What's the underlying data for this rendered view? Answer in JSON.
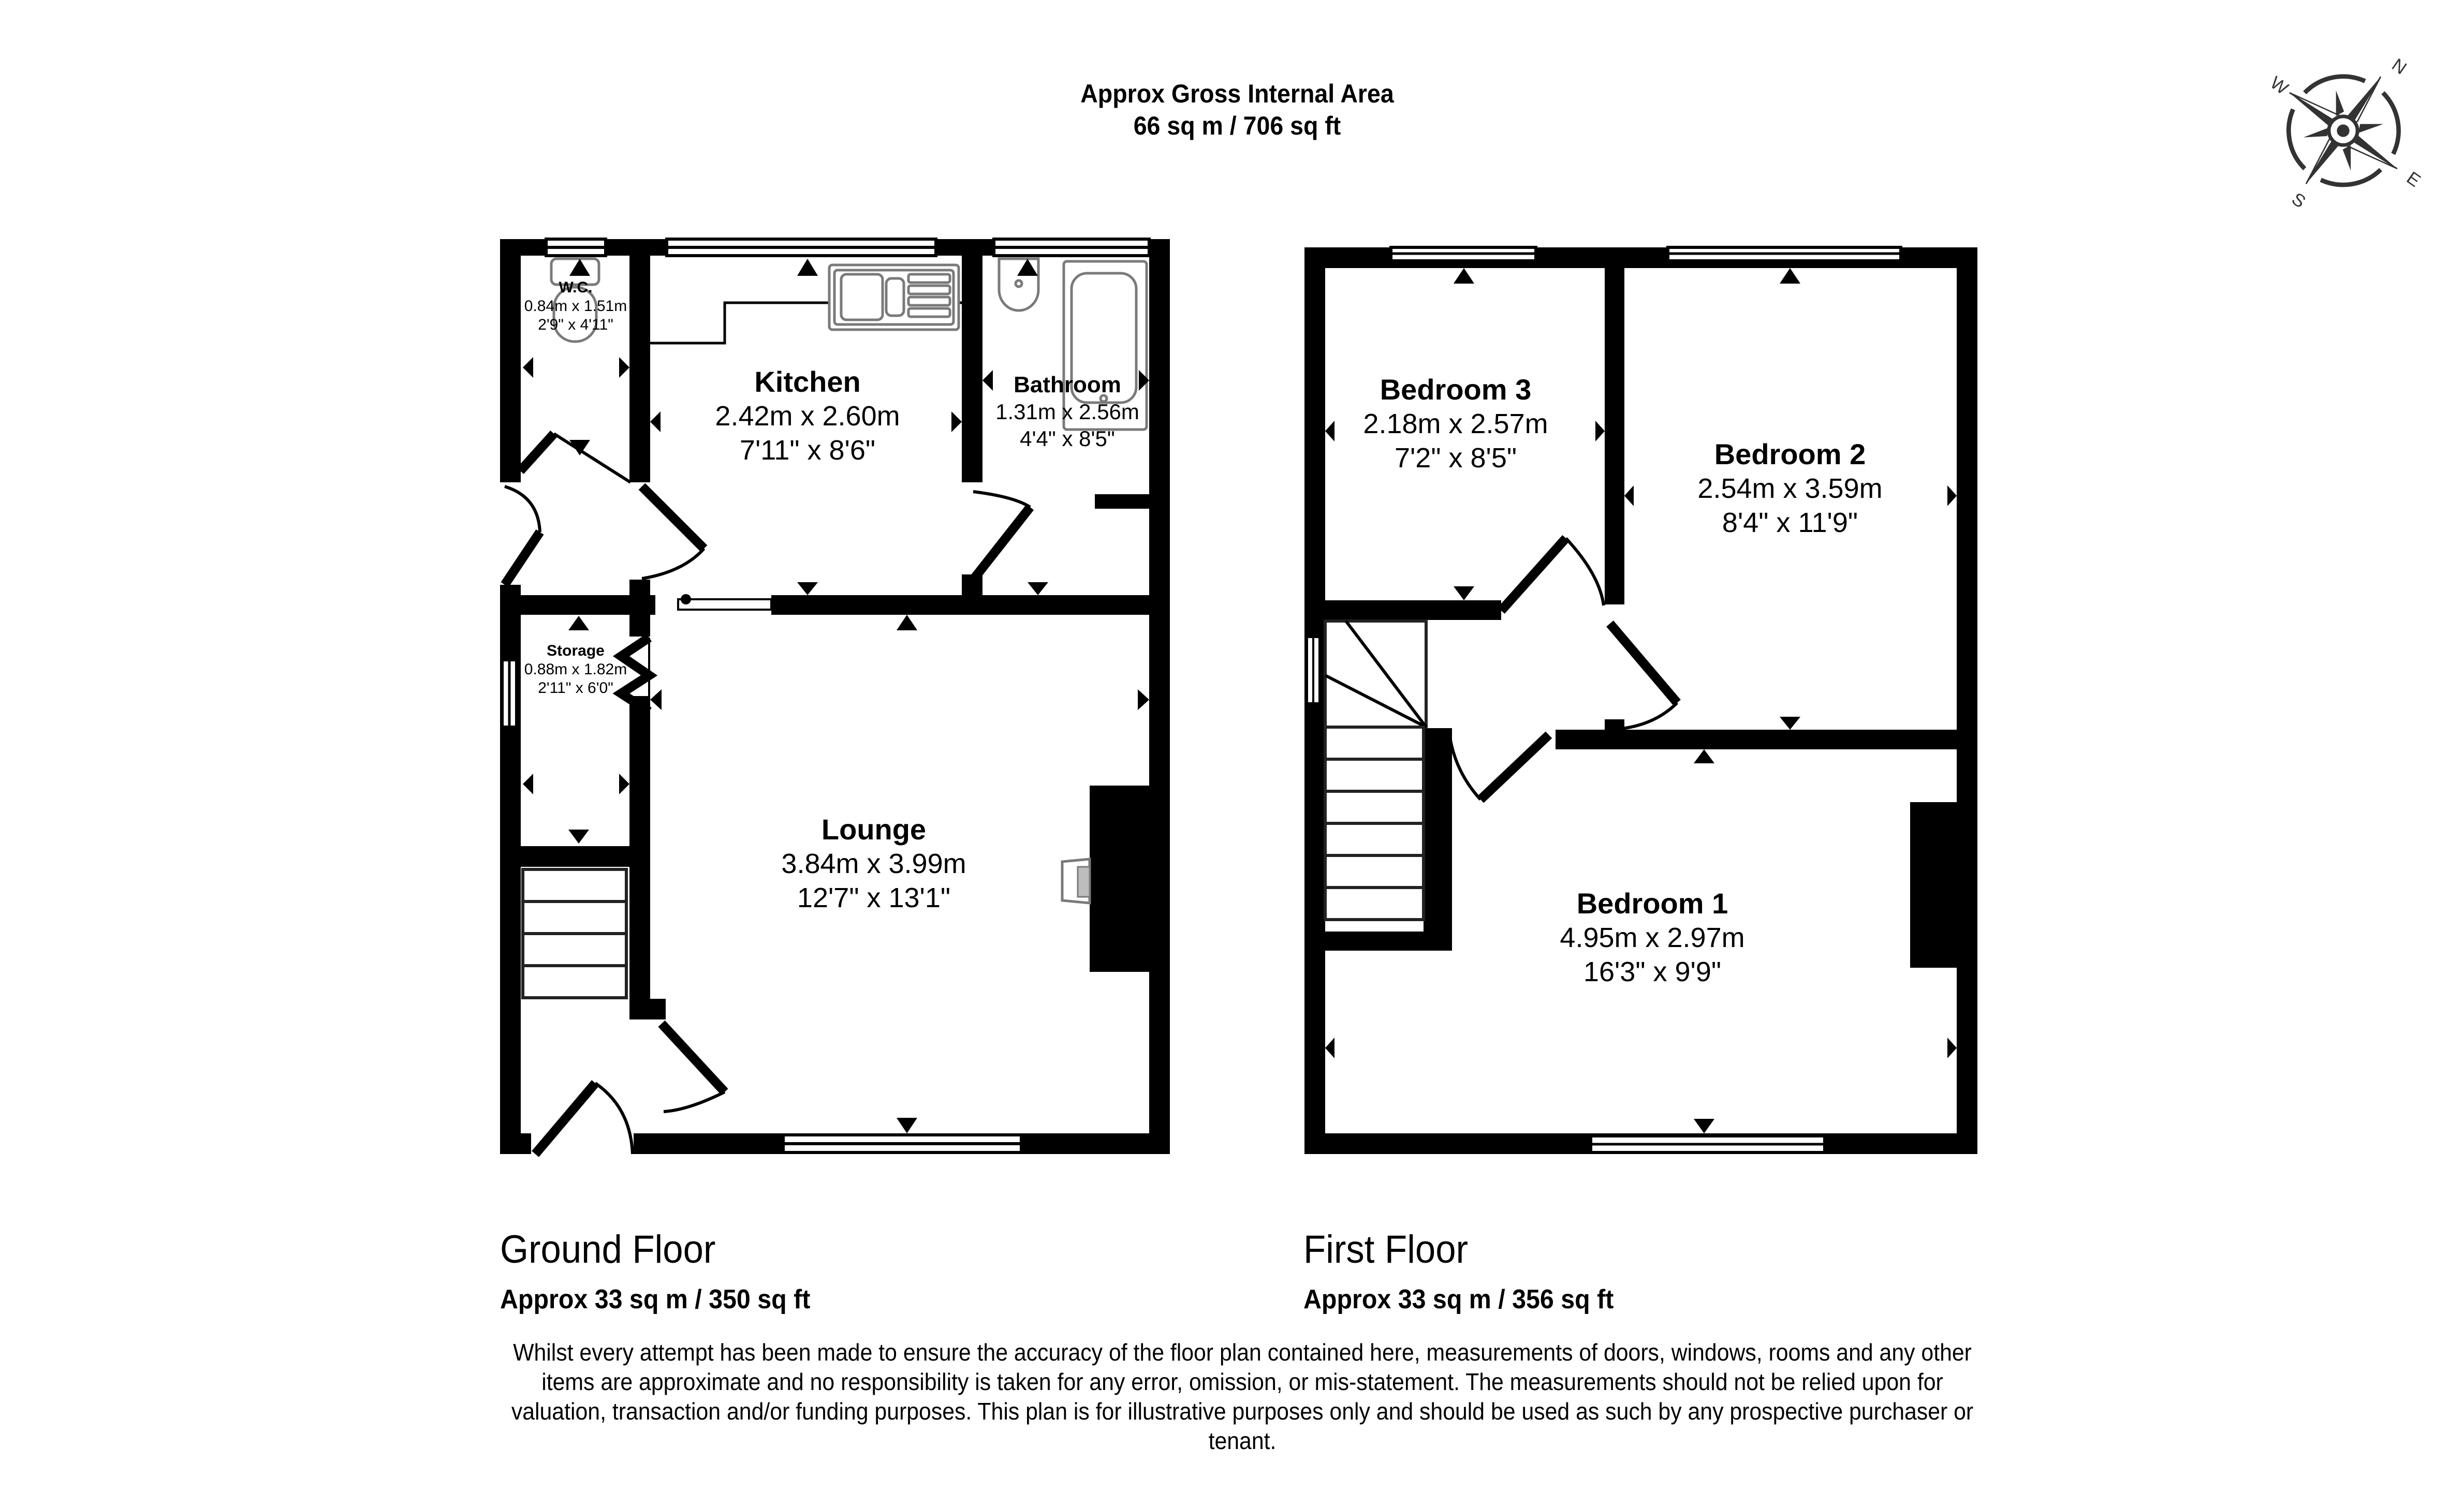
{
  "header": {
    "title": "Approx Gross Internal Area",
    "total_area": "66 sq m / 706 sq ft"
  },
  "compass": {
    "icon": "compass-rose-icon",
    "labels": {
      "north": "N",
      "east": "E",
      "south": "S",
      "west": "W"
    }
  },
  "floors": [
    {
      "name": "Ground Floor",
      "area": "Approx 33 sq m / 350 sq ft",
      "rooms": [
        {
          "name": "W.C.",
          "metric": "0.84m x 1.51m",
          "imperial": "2'9\" x 4'11\""
        },
        {
          "name": "Kitchen",
          "metric": "2.42m x 2.60m",
          "imperial": "7'11\" x 8'6\""
        },
        {
          "name": "Bathroom",
          "metric": "1.31m x 2.56m",
          "imperial": "4'4\" x 8'5\""
        },
        {
          "name": "Storage",
          "metric": "0.88m x 1.82m",
          "imperial": "2'11\" x 6'0\""
        },
        {
          "name": "Lounge",
          "metric": "3.84m x 3.99m",
          "imperial": "12'7\" x 13'1\""
        }
      ]
    },
    {
      "name": "First Floor",
      "area": "Approx 33 sq m / 356 sq ft",
      "rooms": [
        {
          "name": "Bedroom 3",
          "metric": "2.18m x 2.57m",
          "imperial": "7'2\" x 8'5\""
        },
        {
          "name": "Bedroom 2",
          "metric": "2.54m x 3.59m",
          "imperial": "8'4\" x 11'9\""
        },
        {
          "name": "Bedroom 1",
          "metric": "4.95m x 2.97m",
          "imperial": "16'3\" x 9'9\""
        }
      ]
    }
  ],
  "disclaimer": "Whilst every attempt has been made to ensure the accuracy of the floor plan contained here, measurements of doors, windows, rooms and any other items are approximate and no responsibility is taken for any error, omission, or mis-statement. The measurements should not be relied upon for valuation, transaction and/or funding purposes. This plan is for illustrative purposes only and should be used as such by any prospective purchaser or tenant.",
  "colors": {
    "wall": "#000000",
    "fixture_outline": "#7a7a7a",
    "fireplace_insert": "#bdbdbd",
    "compass": "#333333",
    "background": "#ffffff"
  }
}
